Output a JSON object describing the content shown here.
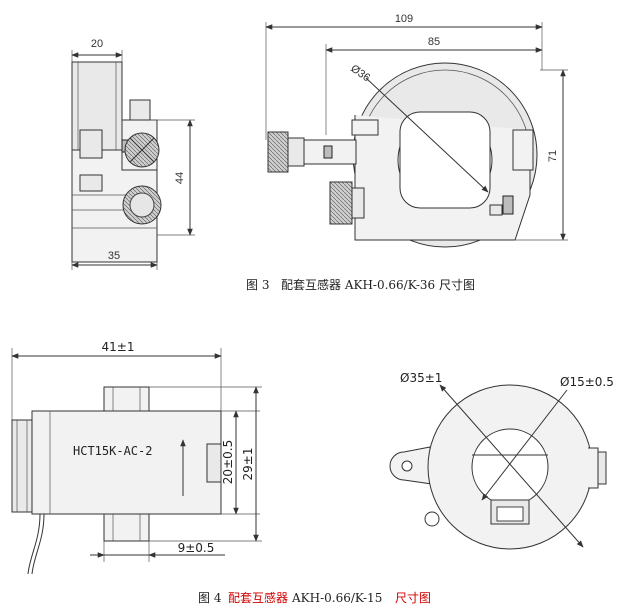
{
  "figure3": {
    "side_view": {
      "width_top": "20",
      "height": "44",
      "width_bottom": "35"
    },
    "front_view": {
      "total_width": "109",
      "body_width": "85",
      "aperture": "Ø36",
      "height": "71"
    },
    "caption": {
      "figure_number": "图 3",
      "text": "配套互感器 AKH-0.66/K-36 尺寸图"
    }
  },
  "figure4": {
    "side_view": {
      "width": "41±1",
      "label": "HCT15K-AC-2",
      "height_inner": "20±0.5",
      "height_outer": "29±1",
      "slot_width": "9±0.5"
    },
    "front_view": {
      "outer_diameter": "Ø35±1",
      "inner_diameter": "Ø15±0.5"
    },
    "caption": {
      "figure_number": "图 4",
      "text_red_1": "配套互感器",
      "text_model": "AKH-0.66/K-15",
      "text_red_2": "尺寸图"
    }
  },
  "colors": {
    "caption_red": "#d40000",
    "line": "#333333"
  }
}
